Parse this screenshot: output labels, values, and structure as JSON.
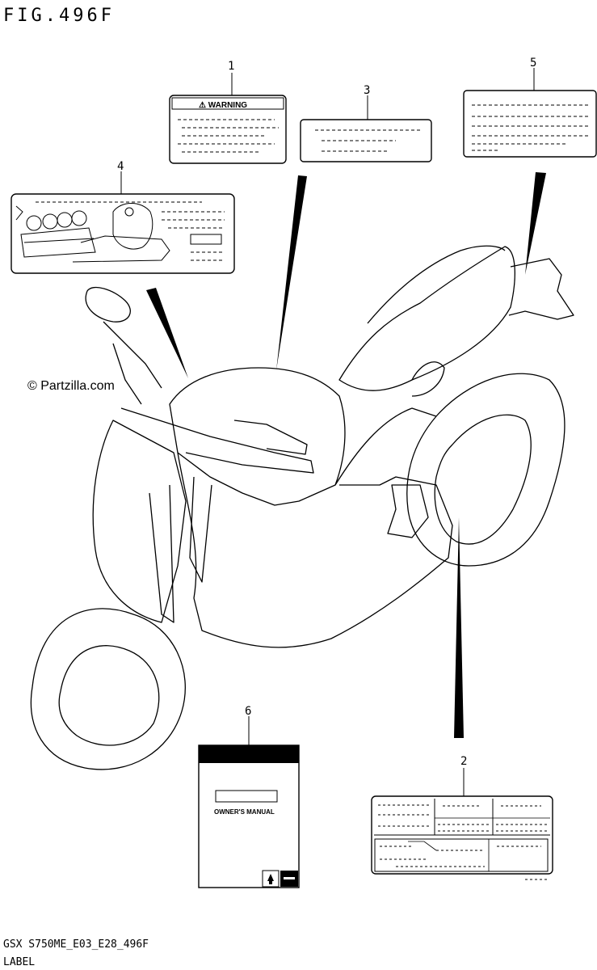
{
  "figure": {
    "title": "FIG.496F",
    "footer_code": "GSX S750ME_E03_E28_496F",
    "footer_label": "LABEL",
    "watermark": "© Partzilla.com"
  },
  "callouts": [
    {
      "id": "callout-1",
      "number": "1"
    },
    {
      "id": "callout-2",
      "number": "2"
    },
    {
      "id": "callout-3",
      "number": "3"
    },
    {
      "id": "callout-4",
      "number": "4"
    },
    {
      "id": "callout-5",
      "number": "5"
    },
    {
      "id": "callout-6",
      "number": "6"
    }
  ],
  "labels": {
    "warning_heading": "⚠ WARNING",
    "manual_title": "OWNER'S MANUAL"
  },
  "colors": {
    "line": "#000000",
    "background": "#ffffff"
  }
}
